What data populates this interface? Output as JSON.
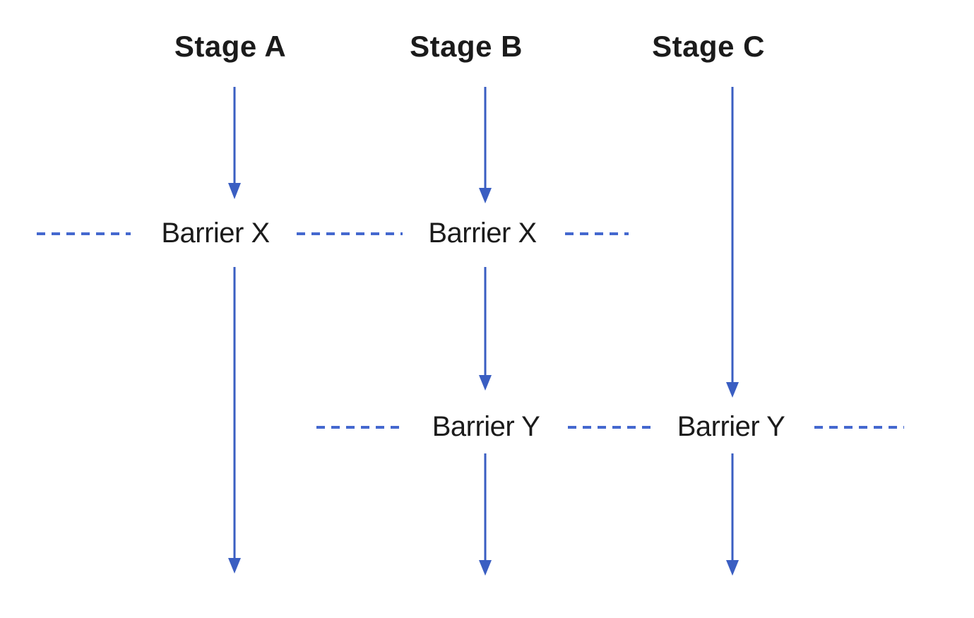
{
  "diagram": {
    "columns": [
      {
        "label": "Stage A"
      },
      {
        "label": "Stage B"
      },
      {
        "label": "Stage C"
      }
    ],
    "barrier_rows": [
      {
        "label_left": "Barrier X",
        "label_right": "Barrier X"
      },
      {
        "label_left": "Barrier Y",
        "label_right": "Barrier Y"
      }
    ],
    "colors": {
      "arrow": "#3a5ec2",
      "dash": "#4468cf",
      "text": "#1b1b1b",
      "background": "#ffffff"
    }
  }
}
